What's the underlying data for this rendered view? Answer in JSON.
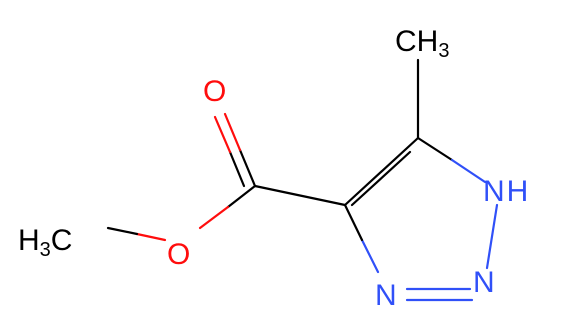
{
  "molecule": {
    "colors": {
      "carbon": "#000000",
      "oxygen": "#ff0d0d",
      "nitrogen": "#3050f8",
      "background": "#ffffff"
    },
    "atoms": {
      "ch3_top": {
        "symbol": "CH",
        "subscript": "3",
        "color": "carbon"
      },
      "o_carbonyl": {
        "symbol": "O",
        "color": "oxygen"
      },
      "nh": {
        "symbol": "N",
        "suffix": "H",
        "color": "nitrogen"
      },
      "h3c_left": {
        "prefix": "H",
        "subscript": "3",
        "symbol": "C",
        "color": "carbon"
      },
      "o_ester": {
        "symbol": "O",
        "color": "oxygen"
      },
      "n_left": {
        "symbol": "N",
        "color": "nitrogen"
      },
      "n_right": {
        "symbol": "N",
        "color": "nitrogen"
      }
    }
  }
}
